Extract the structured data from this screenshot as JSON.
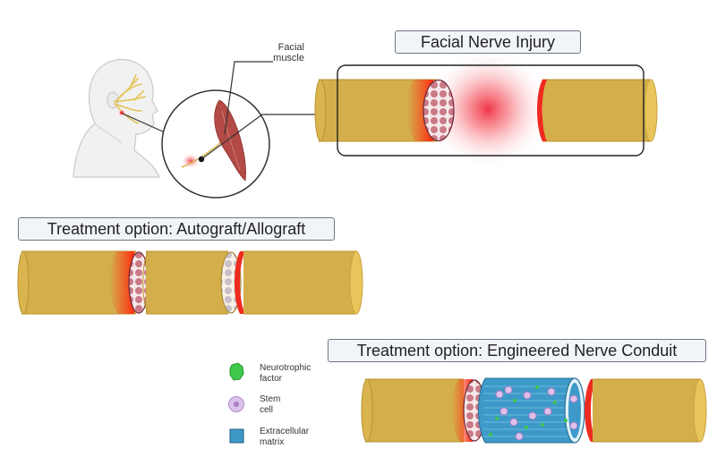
{
  "figure": {
    "colors": {
      "nerve": "#d4ae4a",
      "nerve_end": "#e8c55a",
      "nerve_edge": "#b8922e",
      "injury_red": "#ee2b1f",
      "fascicle": "#c97a86",
      "conduit_blue": "#3d9ac8",
      "stem_cell": "#c9a4dd",
      "neurotrophic_green": "#3ec84a",
      "muscle": "#b34a45",
      "label_bg": "#f1f4f9",
      "label_border": "#6f7784"
    }
  },
  "panel_injury": {
    "title": "Facial Nerve Injury",
    "callout_label": "Facial\nmuscle",
    "callout_line1": "Facial",
    "callout_line2": "muscle"
  },
  "panel_autograft": {
    "title": "Treatment option: Autograft/Allograft"
  },
  "panel_conduit": {
    "title": "Treatment option: Engineered Nerve Conduit",
    "legend": [
      {
        "icon": "neurotrophic-factor-icon",
        "line1": "Neurotrophic",
        "line2": "factor"
      },
      {
        "icon": "stem-cell-icon",
        "line1": "Stem",
        "line2": "cell"
      },
      {
        "icon": "extracellular-matrix-icon",
        "line1": "Extracellular",
        "line2": "matrix"
      }
    ]
  }
}
